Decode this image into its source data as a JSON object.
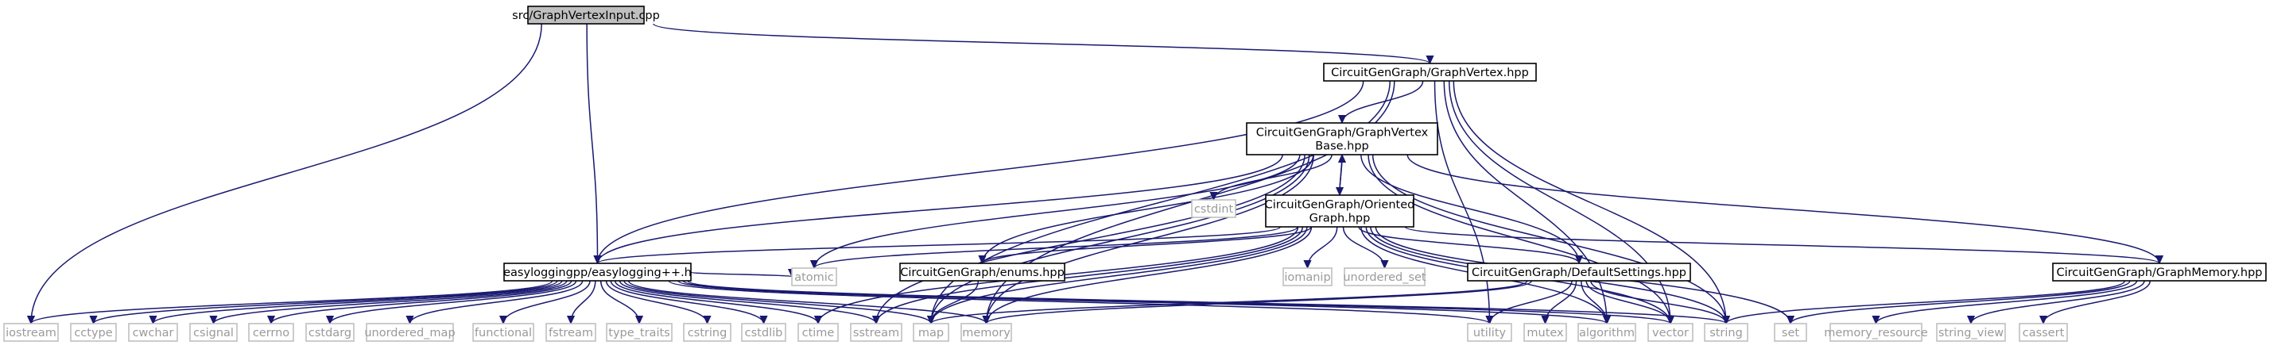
{
  "colors": {
    "edge": "#191970",
    "root_fill": "#bfbfbf",
    "local_fill": "#ffffff",
    "local_border": "#000000",
    "system_border": "#bfbfbf",
    "system_text": "#9a9a9a"
  },
  "nodes": {
    "root": {
      "lines": [
        "src/GraphVertexInput.cpp"
      ],
      "kind": "root"
    },
    "graphvertex": {
      "lines": [
        "CircuitGenGraph/GraphVertex.hpp"
      ],
      "kind": "local"
    },
    "graphvertexbase": {
      "lines": [
        "CircuitGenGraph/GraphVertex",
        "Base.hpp"
      ],
      "kind": "local"
    },
    "orientedgraph": {
      "lines": [
        "CircuitGenGraph/Oriented",
        "Graph.hpp"
      ],
      "kind": "local"
    },
    "easylogging": {
      "lines": [
        "easyloggingpp/easylogging++.h"
      ],
      "kind": "local"
    },
    "enums": {
      "lines": [
        "CircuitGenGraph/enums.hpp"
      ],
      "kind": "local"
    },
    "defaultsettings": {
      "lines": [
        "CircuitGenGraph/DefaultSettings.hpp"
      ],
      "kind": "local"
    },
    "graphmemory": {
      "lines": [
        "CircuitGenGraph/GraphMemory.hpp"
      ],
      "kind": "local"
    },
    "cstdint": {
      "lines": [
        "cstdint"
      ],
      "kind": "system"
    },
    "atomic": {
      "lines": [
        "atomic"
      ],
      "kind": "system"
    },
    "iomanip": {
      "lines": [
        "iomanip"
      ],
      "kind": "system"
    },
    "unordered_set": {
      "lines": [
        "unordered_set"
      ],
      "kind": "system"
    },
    "iostream": {
      "lines": [
        "iostream"
      ],
      "kind": "system"
    },
    "cctype": {
      "lines": [
        "cctype"
      ],
      "kind": "system"
    },
    "cwchar": {
      "lines": [
        "cwchar"
      ],
      "kind": "system"
    },
    "csignal": {
      "lines": [
        "csignal"
      ],
      "kind": "system"
    },
    "cerrno": {
      "lines": [
        "cerrno"
      ],
      "kind": "system"
    },
    "cstdarg": {
      "lines": [
        "cstdarg"
      ],
      "kind": "system"
    },
    "unordered_map": {
      "lines": [
        "unordered_map"
      ],
      "kind": "system"
    },
    "functional": {
      "lines": [
        "functional"
      ],
      "kind": "system"
    },
    "fstream": {
      "lines": [
        "fstream"
      ],
      "kind": "system"
    },
    "type_traits": {
      "lines": [
        "type_traits"
      ],
      "kind": "system"
    },
    "cstring": {
      "lines": [
        "cstring"
      ],
      "kind": "system"
    },
    "cstdlib": {
      "lines": [
        "cstdlib"
      ],
      "kind": "system"
    },
    "ctime": {
      "lines": [
        "ctime"
      ],
      "kind": "system"
    },
    "sstream": {
      "lines": [
        "sstream"
      ],
      "kind": "system"
    },
    "map": {
      "lines": [
        "map"
      ],
      "kind": "system"
    },
    "memory": {
      "lines": [
        "memory"
      ],
      "kind": "system"
    },
    "utility": {
      "lines": [
        "utility"
      ],
      "kind": "system"
    },
    "mutex": {
      "lines": [
        "mutex"
      ],
      "kind": "system"
    },
    "algorithm": {
      "lines": [
        "algorithm"
      ],
      "kind": "system"
    },
    "vector": {
      "lines": [
        "vector"
      ],
      "kind": "system"
    },
    "string": {
      "lines": [
        "string"
      ],
      "kind": "system"
    },
    "set": {
      "lines": [
        "set"
      ],
      "kind": "system"
    },
    "memory_resource": {
      "lines": [
        "memory_resource"
      ],
      "kind": "system"
    },
    "string_view": {
      "lines": [
        "string_view"
      ],
      "kind": "system"
    },
    "cassert": {
      "lines": [
        "cassert"
      ],
      "kind": "system"
    }
  },
  "edges": [
    [
      "root",
      "iostream"
    ],
    [
      "root",
      "easylogging"
    ],
    [
      "root",
      "graphvertex"
    ],
    [
      "graphvertex",
      "easylogging"
    ],
    [
      "graphvertex",
      "graphvertexbase"
    ],
    [
      "graphvertex",
      "memory"
    ],
    [
      "graphvertex",
      "string"
    ],
    [
      "graphvertex",
      "vector"
    ],
    [
      "graphvertex",
      "algorithm"
    ],
    [
      "graphvertex",
      "utility"
    ],
    [
      "graphvertex",
      "map"
    ],
    [
      "graphvertexbase",
      "easylogging"
    ],
    [
      "graphvertexbase",
      "cstdint"
    ],
    [
      "graphvertexbase",
      "orientedgraph"
    ],
    [
      "graphvertexbase",
      "enums"
    ],
    [
      "graphvertexbase",
      "defaultsettings"
    ],
    [
      "graphvertexbase",
      "graphmemory"
    ],
    [
      "graphvertexbase",
      "atomic"
    ],
    [
      "graphvertexbase",
      "memory"
    ],
    [
      "graphvertexbase",
      "string"
    ],
    [
      "graphvertexbase",
      "vector"
    ],
    [
      "graphvertexbase",
      "map"
    ],
    [
      "graphvertexbase",
      "sstream"
    ],
    [
      "orientedgraph",
      "graphvertexbase"
    ],
    [
      "orientedgraph",
      "easylogging"
    ],
    [
      "orientedgraph",
      "atomic"
    ],
    [
      "orientedgraph",
      "enums"
    ],
    [
      "orientedgraph",
      "iomanip"
    ],
    [
      "orientedgraph",
      "unordered_set"
    ],
    [
      "orientedgraph",
      "defaultsettings"
    ],
    [
      "orientedgraph",
      "graphmemory"
    ],
    [
      "orientedgraph",
      "map"
    ],
    [
      "orientedgraph",
      "memory"
    ],
    [
      "orientedgraph",
      "sstream"
    ],
    [
      "orientedgraph",
      "ctime"
    ],
    [
      "orientedgraph",
      "set"
    ],
    [
      "orientedgraph",
      "string"
    ],
    [
      "orientedgraph",
      "vector"
    ],
    [
      "orientedgraph",
      "algorithm"
    ],
    [
      "easylogging",
      "iostream"
    ],
    [
      "easylogging",
      "cctype"
    ],
    [
      "easylogging",
      "cwchar"
    ],
    [
      "easylogging",
      "csignal"
    ],
    [
      "easylogging",
      "cerrno"
    ],
    [
      "easylogging",
      "cstdarg"
    ],
    [
      "easylogging",
      "unordered_map"
    ],
    [
      "easylogging",
      "functional"
    ],
    [
      "easylogging",
      "fstream"
    ],
    [
      "easylogging",
      "type_traits"
    ],
    [
      "easylogging",
      "cstring"
    ],
    [
      "easylogging",
      "cstdlib"
    ],
    [
      "easylogging",
      "ctime"
    ],
    [
      "easylogging",
      "sstream"
    ],
    [
      "easylogging",
      "map"
    ],
    [
      "easylogging",
      "memory"
    ],
    [
      "easylogging",
      "utility"
    ],
    [
      "easylogging",
      "algorithm"
    ],
    [
      "easylogging",
      "vector"
    ],
    [
      "easylogging",
      "string"
    ],
    [
      "easylogging",
      "atomic"
    ],
    [
      "enums",
      "map"
    ],
    [
      "defaultsettings",
      "map"
    ],
    [
      "defaultsettings",
      "memory"
    ],
    [
      "defaultsettings",
      "utility"
    ],
    [
      "defaultsettings",
      "mutex"
    ],
    [
      "defaultsettings",
      "algorithm"
    ],
    [
      "defaultsettings",
      "vector"
    ],
    [
      "defaultsettings",
      "string"
    ],
    [
      "graphmemory",
      "string"
    ],
    [
      "graphmemory",
      "set"
    ],
    [
      "graphmemory",
      "memory_resource"
    ],
    [
      "graphmemory",
      "string_view"
    ],
    [
      "graphmemory",
      "cassert"
    ]
  ]
}
